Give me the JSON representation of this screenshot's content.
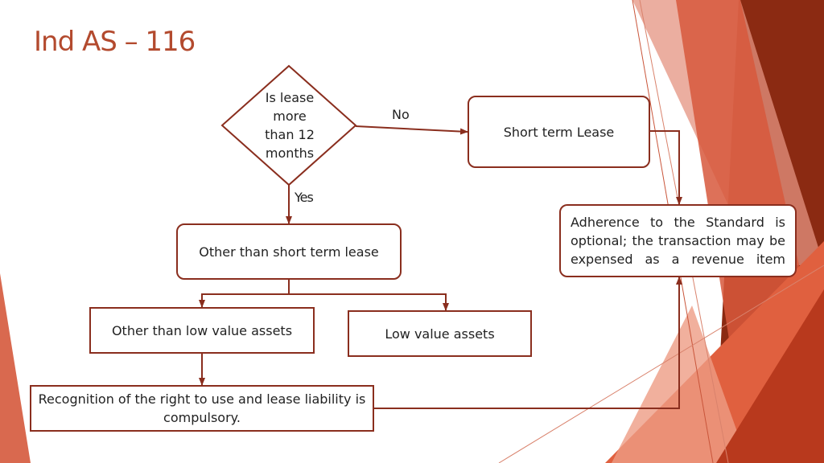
{
  "slide": {
    "title": "Ind AS – 116"
  },
  "diagram": {
    "decision": {
      "lines": [
        "Is lease",
        "more",
        "than 12",
        "months"
      ]
    },
    "labels": {
      "no": "No",
      "yes": "Yes"
    },
    "nodes": {
      "short_term": "Short term Lease",
      "optional": "Adherence to the Standard is optional; the transaction may be expensed as a revenue item",
      "other_than_short_term": "Other than short term lease",
      "other_than_low_value": "Other than low value assets",
      "low_value": "Low value assets",
      "recognition": "Recognition of the right to use and lease liability is compulsory."
    }
  },
  "colors": {
    "title": "#b34a2e",
    "stroke": "#8a2e1e",
    "decor_dark": "#8b2a12",
    "decor_mid": "#d2543a",
    "decor_light": "#eea089"
  }
}
